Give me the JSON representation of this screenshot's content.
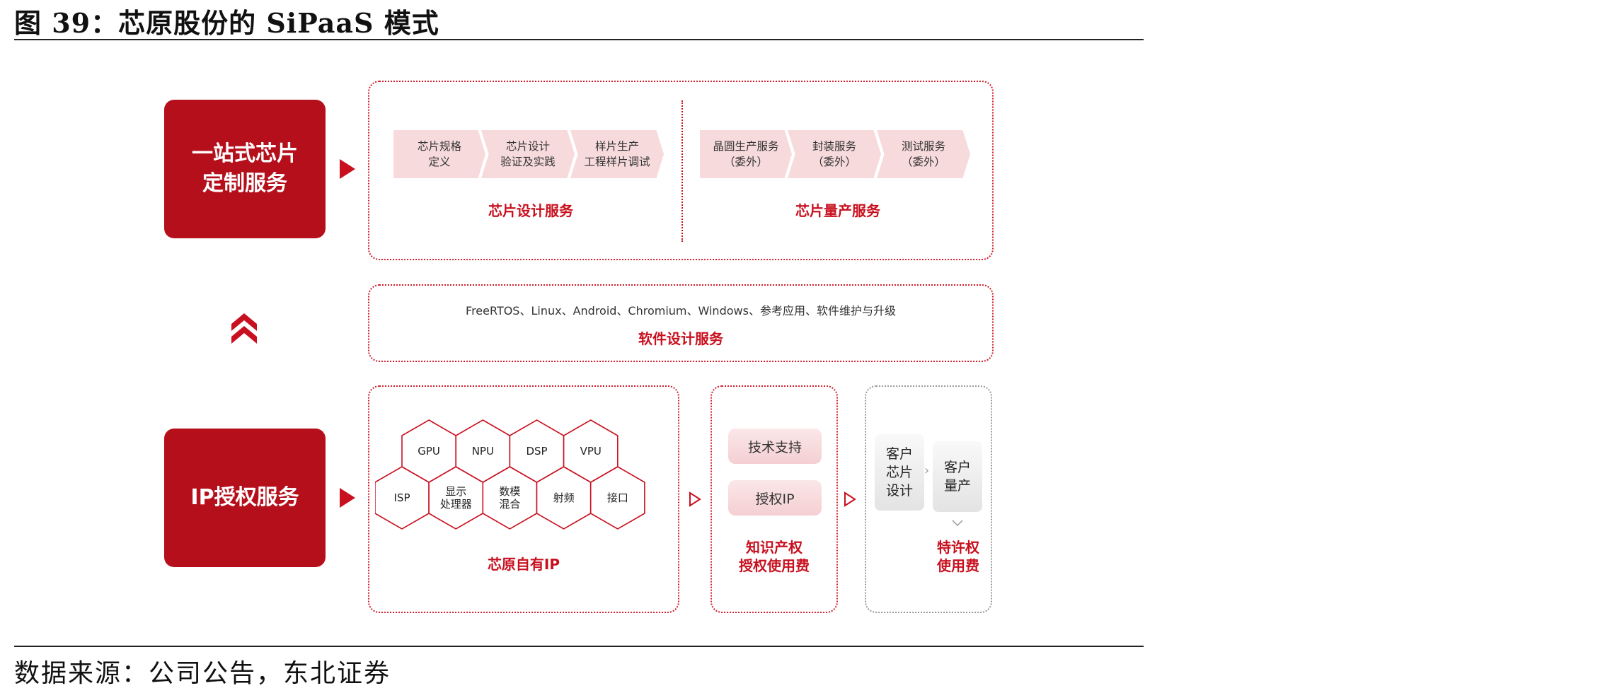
{
  "figure_title": "图 39：芯原股份的 SiPaaS 模式",
  "source": "数据来源：公司公告，东北证券",
  "left_boxes": {
    "top_line1": "一站式芯片",
    "top_line2": "定制服务",
    "bottom": "IP授权服务"
  },
  "chip_design": {
    "steps": [
      {
        "line1": "芯片规格",
        "line2": "定义"
      },
      {
        "line1": "芯片设计",
        "line2": "验证及实践"
      },
      {
        "line1": "样片生产",
        "line2": "工程样片调试"
      }
    ],
    "label": "芯片设计服务"
  },
  "chip_production": {
    "steps": [
      {
        "line1": "晶圆生产服务",
        "line2": "（委外）"
      },
      {
        "line1": "封装服务",
        "line2": "（委外）"
      },
      {
        "line1": "测试服务",
        "line2": "（委外）"
      }
    ],
    "label": "芯片量产服务"
  },
  "software": {
    "items": "FreeRTOS、Linux、Android、Chromium、Windows、参考应用、软件维护与升级",
    "label": "软件设计服务"
  },
  "own_ip": {
    "top_row": [
      "GPU",
      "NPU",
      "DSP",
      "VPU"
    ],
    "bottom_row": [
      {
        "line1": "ISP",
        "line2": ""
      },
      {
        "line1": "显示",
        "line2": "处理器"
      },
      {
        "line1": "数模",
        "line2": "混合"
      },
      {
        "line1": "射频",
        "line2": ""
      },
      {
        "line1": "接口",
        "line2": ""
      }
    ],
    "label": "芯原自有IP"
  },
  "licensing": {
    "pill1": "技术支持",
    "pill2": "授权IP",
    "label_line1": "知识产权",
    "label_line2": "授权使用费"
  },
  "royalty": {
    "card1": [
      "客户",
      "芯片",
      "设计"
    ],
    "card2": [
      "客户",
      "量产"
    ],
    "label_line1": "特许权",
    "label_line2": "使用费"
  },
  "colors": {
    "brand_red": "#b50f1c",
    "accent_red": "#c8101f",
    "chevron_fill": "#f7dadc",
    "grey_border": "#999999"
  }
}
